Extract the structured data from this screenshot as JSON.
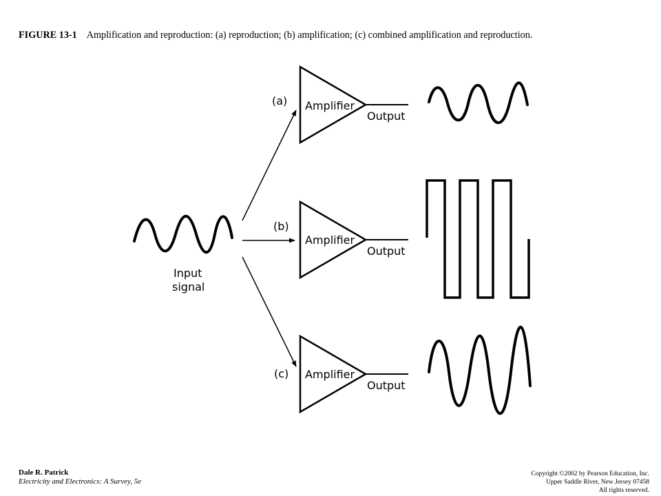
{
  "caption": {
    "figure_number": "FIGURE 13-1",
    "text": "Amplification and reproduction: (a) reproduction; (b) amplification; (c) combined amplification and reproduction."
  },
  "diagram": {
    "input_label_line1": "Input",
    "input_label_line2": "signal",
    "branches": [
      {
        "marker": "(a)",
        "block_label": "Amplifier",
        "output_label": "Output"
      },
      {
        "marker": "(b)",
        "block_label": "Amplifier",
        "output_label": "Output"
      },
      {
        "marker": "(c)",
        "block_label": "Amplifier",
        "output_label": "Output"
      }
    ]
  },
  "footer": {
    "author": "Dale R. Patrick",
    "book": "Electricity and Electronics: A Survey, 5e",
    "copyright_line1": "Copyright ©2002 by Pearson Education, Inc.",
    "copyright_line2": "Upper Saddle River, New Jersey 07458",
    "copyright_line3": "All rights reserved."
  }
}
